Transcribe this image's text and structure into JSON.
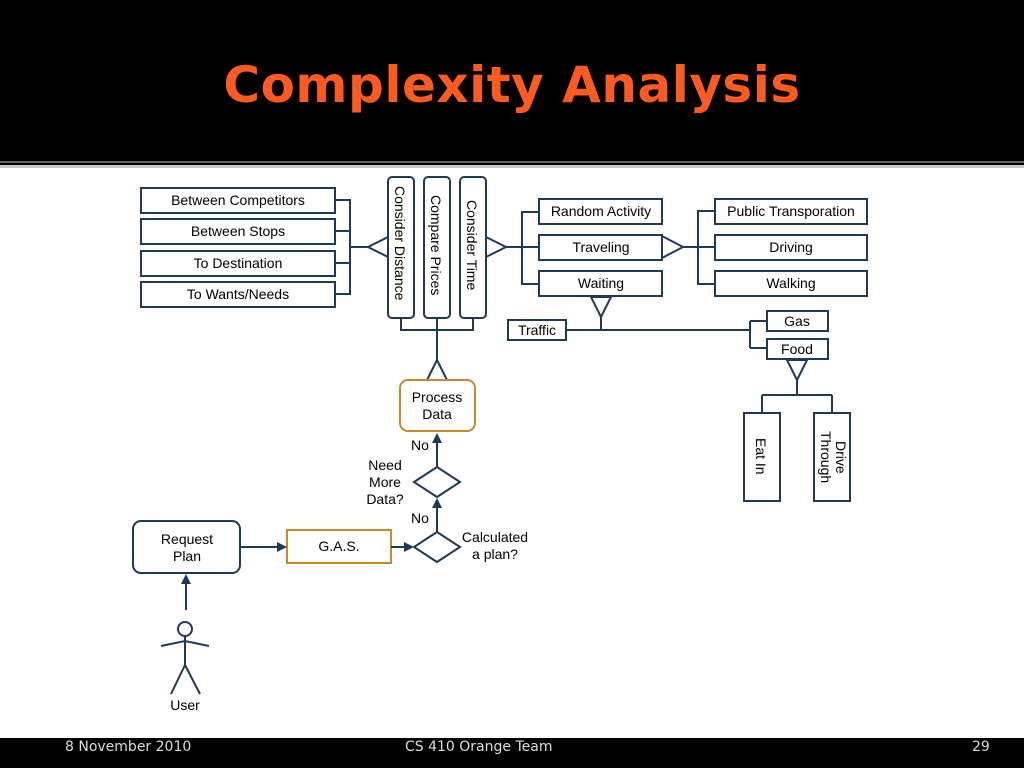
{
  "slide": {
    "title": "Complexity Analysis",
    "footer_date": "8 November 2010",
    "footer_team": "CS 410 Orange Team",
    "footer_page": "29"
  },
  "diagram": {
    "distance_items": [
      "Between Competitors",
      "Between Stops",
      "To Destination",
      "To Wants/Needs"
    ],
    "consider_distance": "Consider Distance",
    "compare_prices": "Compare Prices",
    "consider_time": "Consider Time",
    "time_items": [
      "Random Activity",
      "Traveling",
      "Waiting"
    ],
    "traveling_items": [
      "Public Transporation",
      "Driving",
      "Walking"
    ],
    "traffic": "Traffic",
    "gas": "Gas",
    "food": "Food",
    "eat_in": "Eat In",
    "drive_through_1": "Drive",
    "drive_through_2": "Through",
    "process_data_1": "Process",
    "process_data_2": "Data",
    "no_top": "No",
    "need_more_1": "Need",
    "need_more_2": "More",
    "need_more_3": "Data?",
    "no_bottom": "No",
    "calculated_1": "Calculated",
    "calculated_2": "a plan?",
    "gas_box": "G.A.S.",
    "request_1": "Request",
    "request_2": "Plan",
    "user": "User"
  }
}
